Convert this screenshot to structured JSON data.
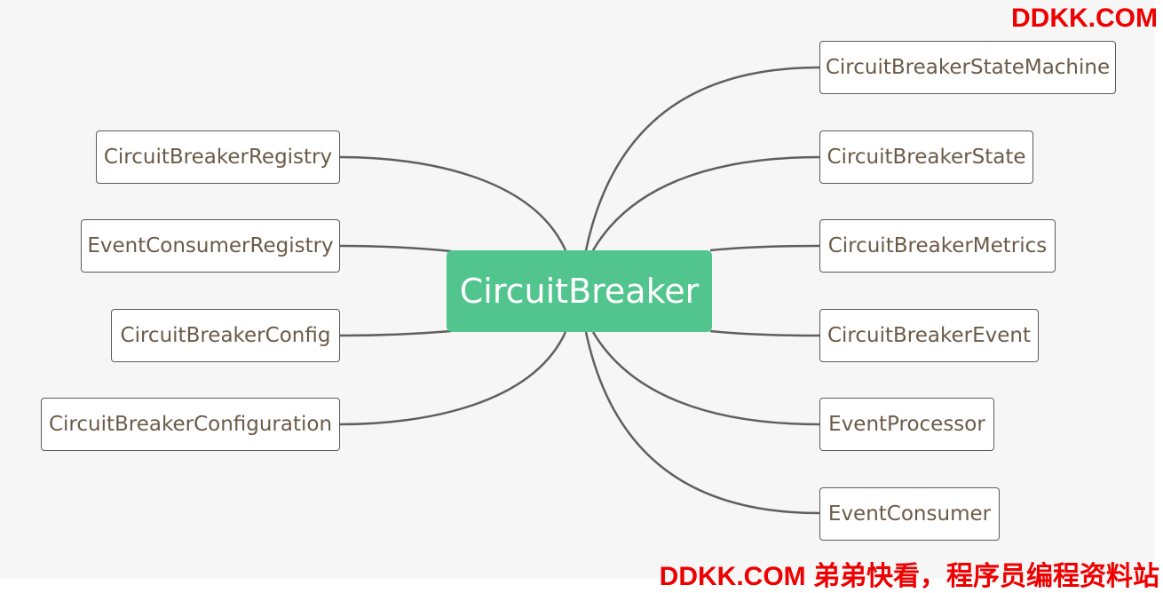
{
  "diagram": {
    "root": "CircuitBreaker",
    "left_nodes": [
      "CircuitBreakerRegistry",
      "EventConsumerRegistry",
      "CircuitBreakerConfig",
      "CircuitBreakerConfiguration"
    ],
    "right_nodes": [
      "CircuitBreakerStateMachine",
      "CircuitBreakerState",
      "CircuitBreakerMetrics",
      "CircuitBreakerEvent",
      "EventProcessor",
      "EventConsumer"
    ]
  },
  "watermarks": {
    "top": "DDKK.COM",
    "bottom": "DDKK.COM 弟弟快看，程序员编程资料站"
  },
  "colors": {
    "root_fill": "#52c48d",
    "node_text": "#6b5a47",
    "link": "#5f5f5f",
    "watermark": "#ee0000"
  }
}
